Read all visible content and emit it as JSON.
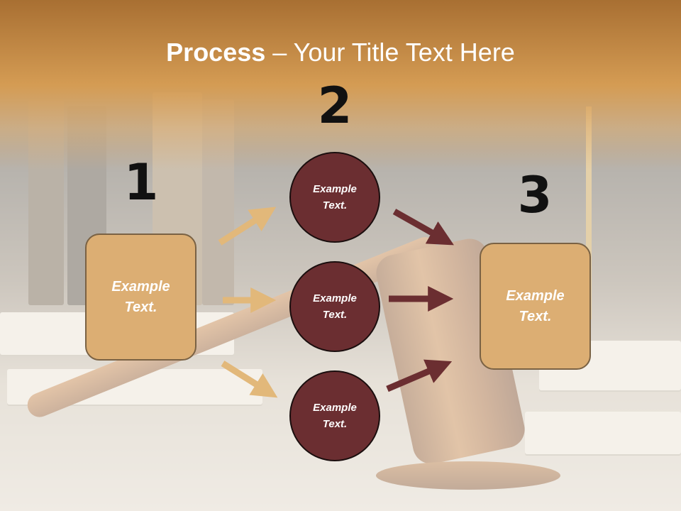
{
  "slide": {
    "title_bold": "Process",
    "title_rest": " – Your Title Text Here",
    "colors": {
      "header_band": "#d69b50",
      "box_fill": "#dcae73",
      "box_border": "#7a6244",
      "circle_fill": "#6b2e31",
      "arrow_light": "#e2b87a",
      "arrow_dark": "#6b2e31"
    }
  },
  "steps": {
    "step1": {
      "number": "1",
      "text": "Example\nText."
    },
    "step2": {
      "number": "2",
      "items": [
        {
          "text": "Example\nText."
        },
        {
          "text": "Example\nText."
        },
        {
          "text": "Example\nText."
        }
      ]
    },
    "step3": {
      "number": "3",
      "text": "Example\nText."
    }
  }
}
